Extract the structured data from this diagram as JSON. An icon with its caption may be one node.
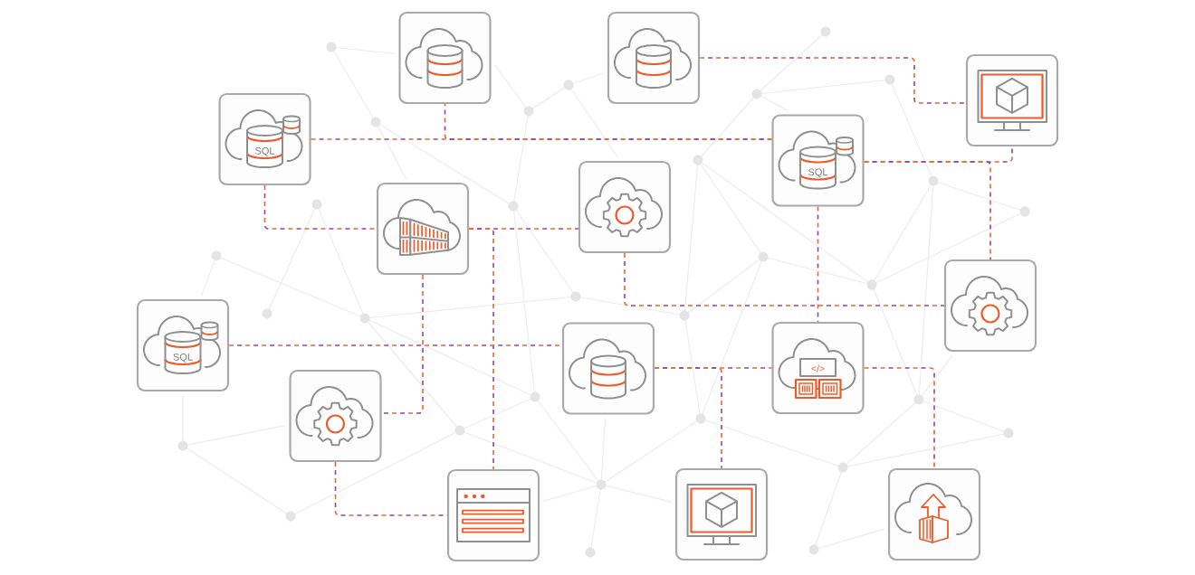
{
  "diagram": {
    "nodes": [
      {
        "text": [],
        "shape": "picture"
      },
      {
        "text": [],
        "shape": "picture"
      },
      {
        "text": [],
        "shape": "picture"
      },
      {
        "text": [
          "SQL"
        ]
      },
      {
        "text": [
          "SQL"
        ]
      },
      {
        "text": [],
        "shape": "picture"
      },
      {
        "text": [],
        "shape": "picture"
      },
      {
        "text": [],
        "shape": "picture"
      },
      {
        "text": [
          "SQL"
        ]
      },
      {
        "text": [],
        "shape": "picture"
      },
      {
        "text": [
          "</>"
        ]
      },
      {
        "text": [],
        "shape": "picture"
      },
      {
        "text": [],
        "shape": "picture"
      },
      {
        "text": [],
        "shape": "picture"
      },
      {
        "text": [],
        "shape": "picture"
      }
    ],
    "edges": [
      {
        "from": 3,
        "to": 4,
        "arrow": "none",
        "style": "dashed"
      },
      {
        "from": 0,
        "to": 4,
        "arrow": "none",
        "style": "dashed"
      },
      {
        "from": 1,
        "to": 2,
        "arrow": "none",
        "style": "dashed"
      },
      {
        "from": 4,
        "to": 2,
        "arrow": "none",
        "style": "dashed"
      },
      {
        "from": 4,
        "to": 7,
        "arrow": "none",
        "style": "dashed"
      },
      {
        "from": 3,
        "to": 5,
        "arrow": "none",
        "style": "dashed"
      },
      {
        "from": 5,
        "to": 6,
        "arrow": "none",
        "style": "dashed"
      },
      {
        "from": 5,
        "to": 12,
        "arrow": "none",
        "style": "dashed"
      },
      {
        "from": 5,
        "to": 11,
        "arrow": "none",
        "style": "dashed"
      },
      {
        "from": 6,
        "to": 7,
        "arrow": "none",
        "style": "dashed"
      },
      {
        "from": 4,
        "to": 10,
        "arrow": "none",
        "style": "dashed"
      },
      {
        "from": 8,
        "to": 9,
        "arrow": "none",
        "style": "dashed"
      },
      {
        "from": 9,
        "to": 10,
        "arrow": "none",
        "style": "dashed"
      },
      {
        "from": 9,
        "to": 13,
        "arrow": "none",
        "style": "dashed"
      },
      {
        "from": 10,
        "to": 14,
        "arrow": "none",
        "style": "dashed"
      },
      {
        "from": 11,
        "to": 12,
        "arrow": "none",
        "style": "dashed"
      }
    ]
  }
}
